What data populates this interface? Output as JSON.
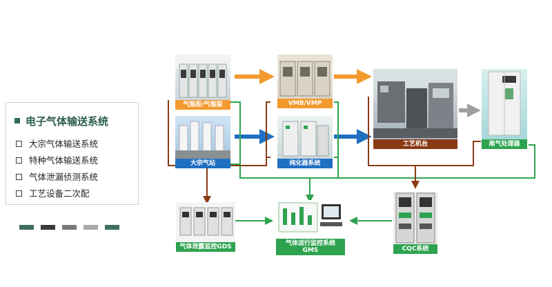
{
  "panel": {
    "title": "电子气体输送系统",
    "items": [
      "大宗气体输送系统",
      "特种气体输送系统",
      "气体泄漏侦测系统",
      "工艺设备二次配"
    ]
  },
  "colors": {
    "orange": "#f39a2e",
    "blue": "#1f6fc2",
    "green": "#2ea34f",
    "brown": "#8a3a15",
    "gray": "#a0a0a0",
    "teal": "#2f6b5e"
  },
  "bars": [
    "#3d6e62",
    "#3a3a3a",
    "#7a7a7a",
    "#a9a9a9",
    "#3d6e62"
  ],
  "nodes": {
    "gas_cabinet": "气瓶柜/气瓶架",
    "vmb": "VMB/VMP",
    "tool": "工艺机台",
    "exhaust": "尾气处理器",
    "bulk_station": "大宗气站",
    "purifier": "纯化器系统",
    "gds": "气体泄露监控GDS",
    "gms_line1": "气体运行监控系统",
    "gms_line2": "GMS",
    "cqc": "CQC系统"
  }
}
